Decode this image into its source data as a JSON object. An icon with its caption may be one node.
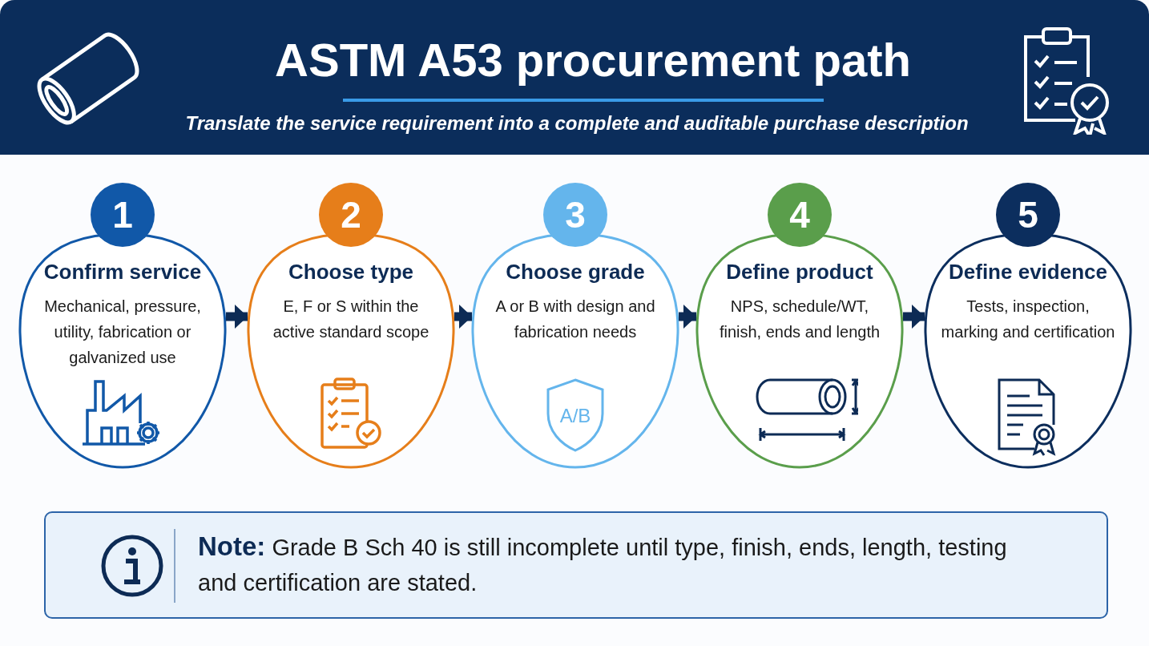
{
  "diagram": {
    "title": "ASTM A53 procurement path",
    "nodes": [
      {
        "text": [
          "1",
          "Confirm service",
          "Mechanical, pressure, utility, fabrication or galvanized use"
        ]
      },
      {
        "text": [
          "2",
          "Choose type",
          "E, F or S within the active standard scope"
        ]
      },
      {
        "text": [
          "3",
          "Choose grade",
          "A or B with design and fabrication needs"
        ]
      },
      {
        "text": [
          "4",
          "Define product",
          "NPS, schedule/WT, finish, ends and length"
        ]
      },
      {
        "text": [
          "5",
          "Define evidence",
          "Tests, inspection, marking and certification"
        ]
      },
      {
        "text": [
          "**Note:** Grade B Sch 40 is still incomplete until type, finish, ends, length, testing and certification are stated."
        ]
      }
    ],
    "edges": [
      {
        "from": 0,
        "to": 1,
        "arrow": "to"
      },
      {
        "from": 1,
        "to": 2,
        "arrow": "to"
      },
      {
        "from": 2,
        "to": 3,
        "arrow": "to"
      },
      {
        "from": 3,
        "to": 4,
        "arrow": "to"
      }
    ],
    "labels": [
      "Translate the service requirement into a complete and auditable purchase description",
      "A/B"
    ]
  }
}
